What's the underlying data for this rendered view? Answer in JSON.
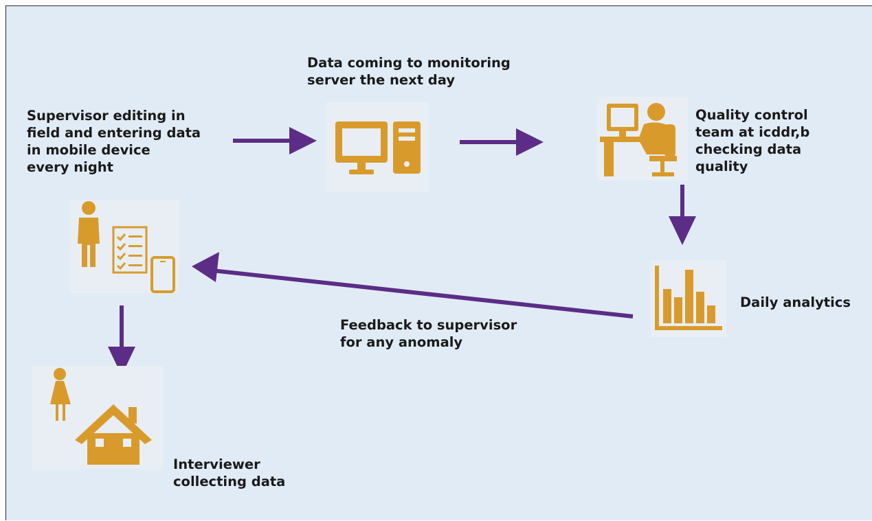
{
  "colors": {
    "background": "#e1ebf5",
    "icon": "#d89b2b",
    "arrow": "#5b2d86",
    "text": "#1a1a1a"
  },
  "nodes": {
    "supervisor": {
      "label": "Supervisor editing in\nfield and entering data\nin mobile device\nevery night",
      "icon": "supervisor-checklist-phone-icon"
    },
    "server": {
      "label": "Data coming to monitoring\nserver the next day",
      "icon": "desktop-computer-icon"
    },
    "qc_team": {
      "label": "Quality control\nteam at icddr,b\nchecking data\nquality",
      "icon": "person-at-workstation-icon"
    },
    "analytics": {
      "label": "Daily analytics",
      "icon": "bar-chart-icon"
    },
    "interviewer": {
      "label": "Interviewer\ncollecting data",
      "icon": "woman-and-house-icon"
    }
  },
  "edges": [
    {
      "from": "supervisor",
      "to": "server",
      "label": ""
    },
    {
      "from": "server",
      "to": "qc_team",
      "label": ""
    },
    {
      "from": "qc_team",
      "to": "analytics",
      "label": ""
    },
    {
      "from": "analytics",
      "to": "supervisor",
      "label": "Feedback to supervisor\nfor any anomaly"
    },
    {
      "from": "supervisor",
      "to": "interviewer",
      "label": ""
    }
  ]
}
